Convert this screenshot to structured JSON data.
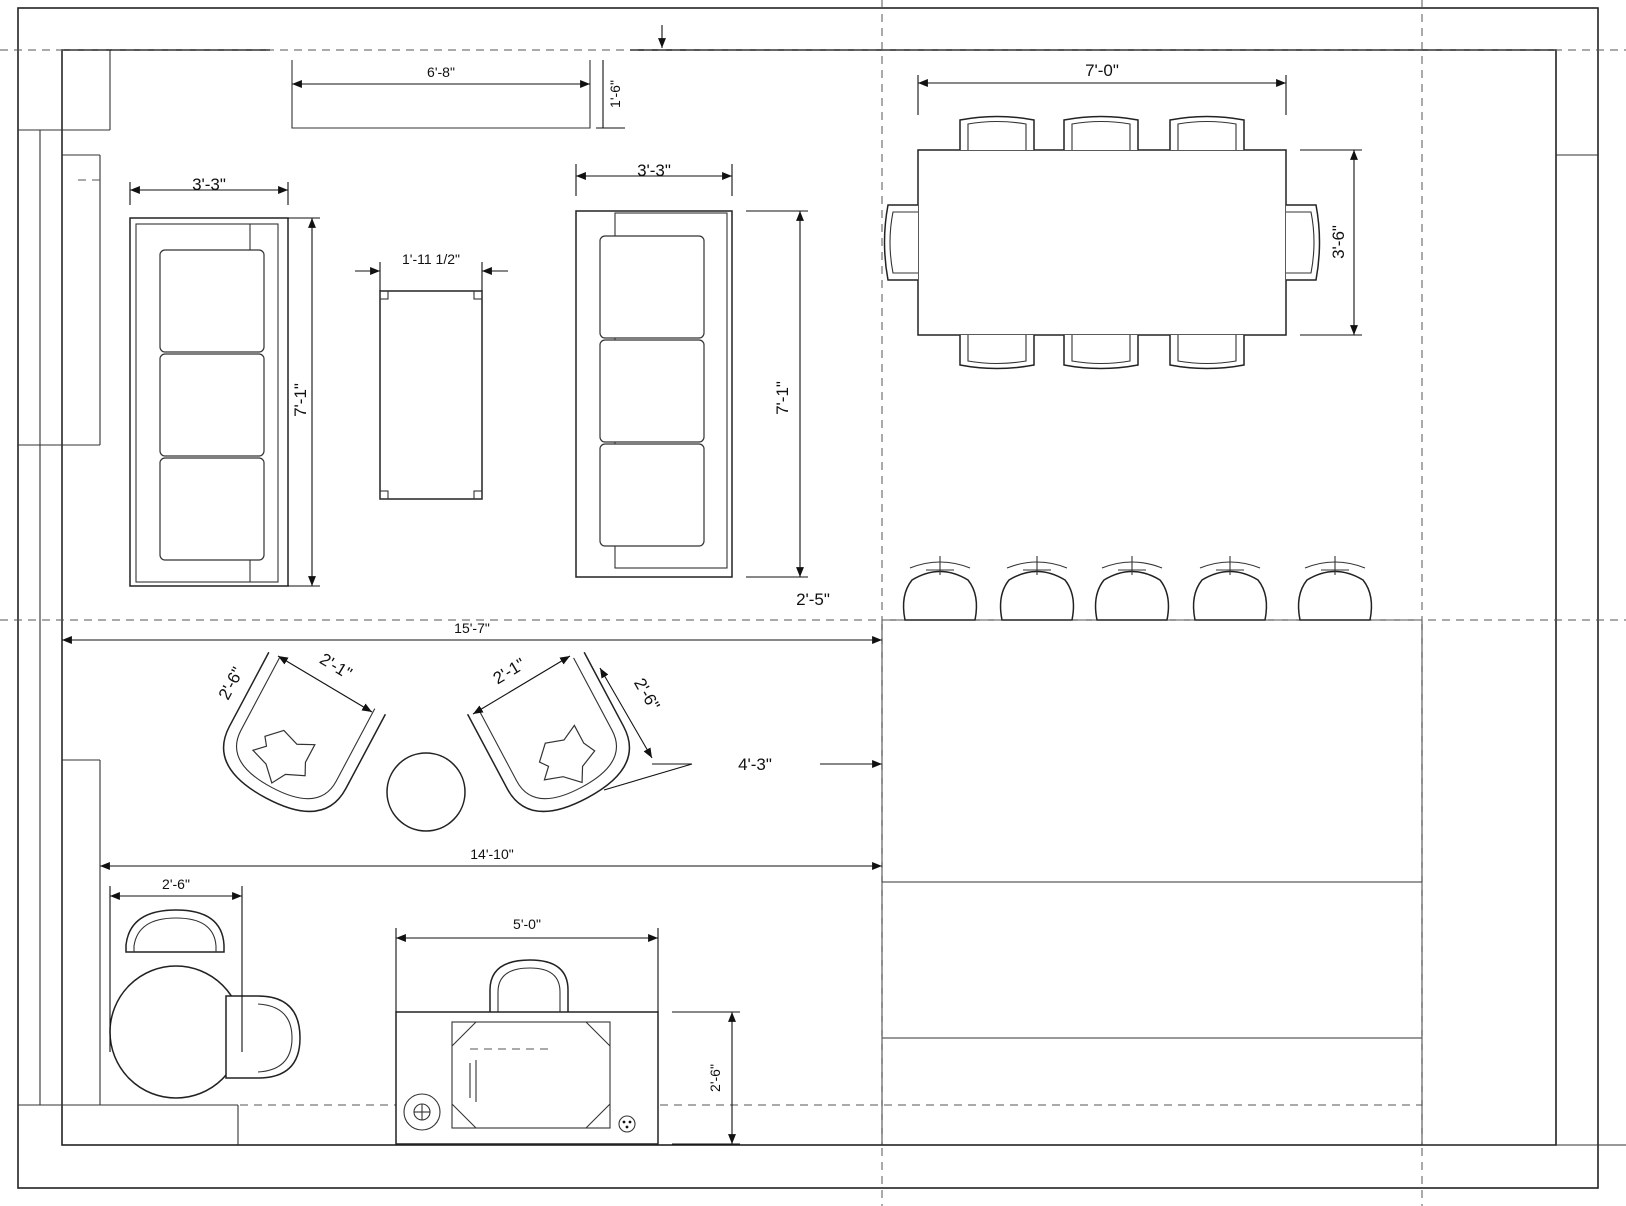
{
  "dimensions": {
    "credenza_width": "6'-8\"",
    "credenza_depth": "1'-6\"",
    "sofa_left_width": "3'-3\"",
    "sofa_left_length": "7'-1\"",
    "coffee_table_width": "1'-11 1/2\"",
    "sofa_right_width": "3'-3\"",
    "sofa_right_length": "7'-1\"",
    "sofa_gap": "2'-5\"",
    "dining_table_length": "7'-0\"",
    "dining_table_width": "3'-6\"",
    "living_width": "15'-7\"",
    "chair_left_width": "2'-1\"",
    "chair_left_depth": "2'-6\"",
    "chair_right_width": "2'-1\"",
    "chair_right_depth": "2'-6\"",
    "chair_clearance": "4'-3\"",
    "lower_width": "14'-10\"",
    "reading_chair_width": "2'-6\"",
    "console_width": "5'-0\"",
    "console_depth": "2'-6\""
  }
}
